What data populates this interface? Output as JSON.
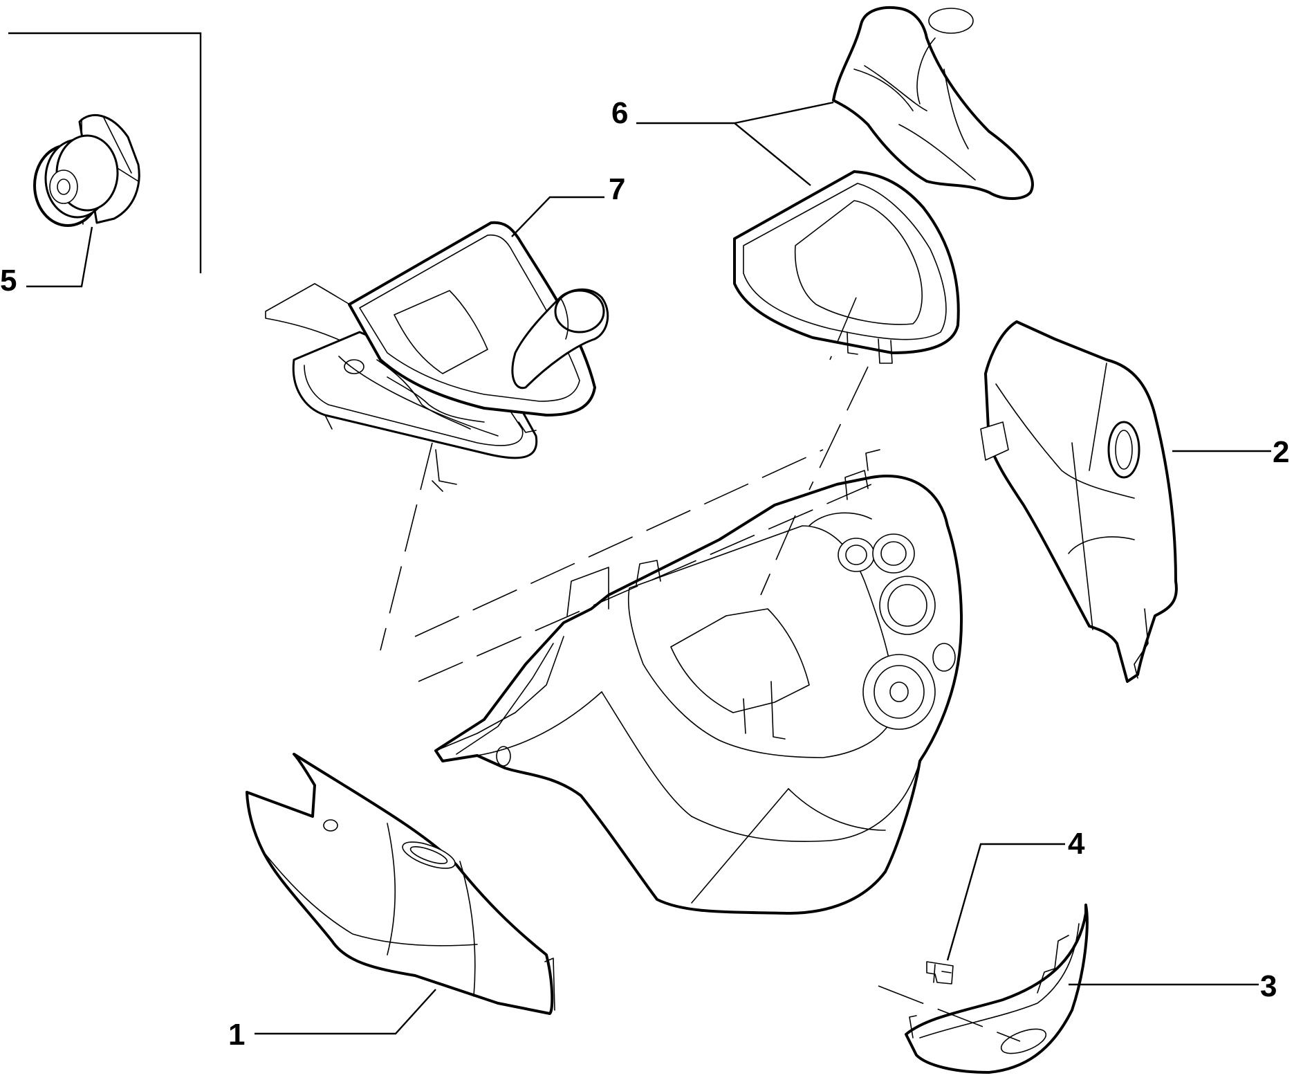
{
  "labels": {
    "l1": "1",
    "l2": "2",
    "l3": "3",
    "l4": "4",
    "l5": "5",
    "l6": "6",
    "l7": "7"
  },
  "colors": {
    "line": "#000000",
    "background": "#ffffff"
  }
}
